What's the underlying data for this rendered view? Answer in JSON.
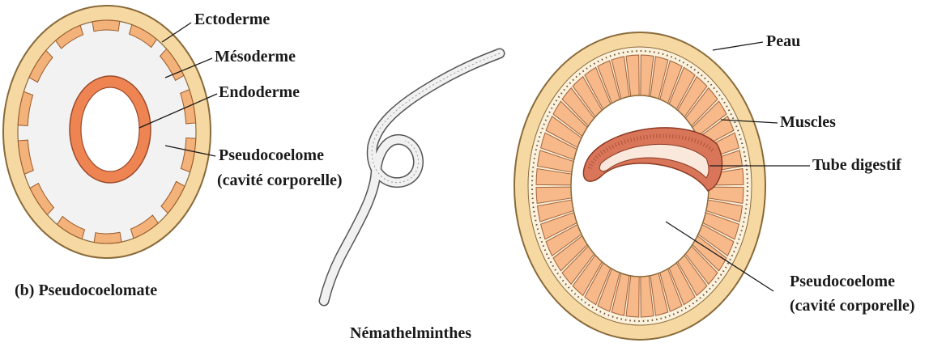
{
  "left_panel": {
    "labels": {
      "ectoderme": "Ectoderme",
      "mesoderme": "Mésoderme",
      "endoderme": "Endoderme",
      "pseudocoelome": "Pseudocoelome",
      "cavite": "(cavité corporelle)"
    },
    "caption": "(b) Pseudocoelomate"
  },
  "middle_panel": {
    "caption": "Némathelminthes"
  },
  "right_panel": {
    "labels": {
      "peau": "Peau",
      "muscles": "Muscles",
      "tube_digestif": "Tube digestif",
      "pseudocoelome": "Pseudocoelome",
      "cavite": "(cavité corporelle)"
    }
  },
  "colors": {
    "skin": "#f6d9a2",
    "skin_outline": "#8a6a3a",
    "mesoderm": "#f3b27a",
    "endoderm": "#ee8452",
    "cavity": "#f2f2f2",
    "muscle": "#f7b98a",
    "gut": "#d9765a",
    "worm": "#f1f1f1"
  }
}
